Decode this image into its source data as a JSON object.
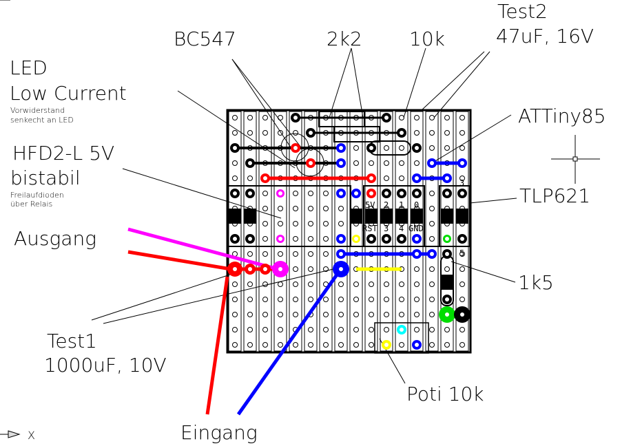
{
  "title": "Stripboard layout",
  "labels": {
    "bc547": "BC547",
    "r2k2": "2k2",
    "r10k": "10k",
    "test2_line1": "Test2",
    "test2_line2": "47uF, 16V",
    "led_line1": "LED",
    "led_line2": "Low Current",
    "led_note1": "Vorwiderstand",
    "led_note2": "senkecht an LED",
    "relay_line1": "HFD2-L 5V",
    "relay_line2": "bistabil",
    "relay_note1": "Freilaufdioden",
    "relay_note2": "über Relais",
    "ausgang": "Ausgang",
    "attiny": "ATTiny85",
    "tlp621": "TLP621",
    "r1k5": "1k5",
    "test1_line1": "Test1",
    "test1_line2": "1000uF, 10V",
    "poti": "Poti 10k",
    "eingang": "Eingang",
    "axis_x": "X"
  },
  "ic_pins": {
    "top": [
      "5V",
      "2",
      "1",
      "0"
    ],
    "bottom": [
      "RST",
      "3",
      "4",
      "GND"
    ],
    "tlp_top": "3",
    "tlp_bottom": "5"
  },
  "colors": {
    "black": "#000000",
    "red": "#ff0000",
    "blue": "#0000ff",
    "magenta": "#ff00ff",
    "yellow": "#ffff00",
    "green": "#00dd00",
    "cyan": "#00ffff"
  },
  "board": {
    "columns": 16,
    "rows": 16
  }
}
